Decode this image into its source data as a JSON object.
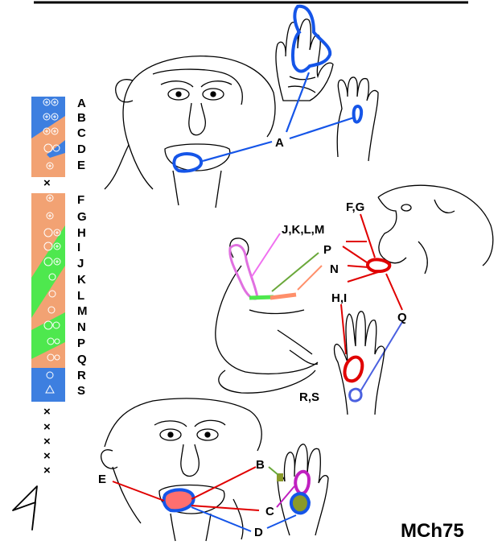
{
  "title": "MCh75",
  "colors": {
    "blue_field": "#3d7fe0",
    "orange_field": "#f2a273",
    "green_field": "#4ee84e",
    "red_outline": "#e00000",
    "blue_outline": "#1555e8",
    "magenta_outline": "#c020c0",
    "pink_line": "#f070f0",
    "green_line": "#6aa83a",
    "salmon_line": "#ff8f6a",
    "olive_fill": "#8a9a2a",
    "red_fill": "#ff6f6f",
    "line_color": "#000000"
  },
  "strip": {
    "rows_upper": [
      "A",
      "B",
      "C",
      "D",
      "E"
    ],
    "rows_lower": [
      "F",
      "G",
      "H",
      "I",
      "J",
      "K",
      "L",
      "M",
      "N",
      "P",
      "Q",
      "R",
      "S"
    ]
  },
  "callouts": {
    "top_face": "A",
    "middle_face": "F,G",
    "middle_arm": "J,K,L,M",
    "middle_p": "P",
    "middle_n": "N",
    "middle_hi": "H,I",
    "middle_q": "Q",
    "middle_rs": "R,S",
    "bottom_b": "B",
    "bottom_e": "E",
    "bottom_c": "C",
    "bottom_d": "D"
  },
  "markers": {
    "cross": "×"
  }
}
